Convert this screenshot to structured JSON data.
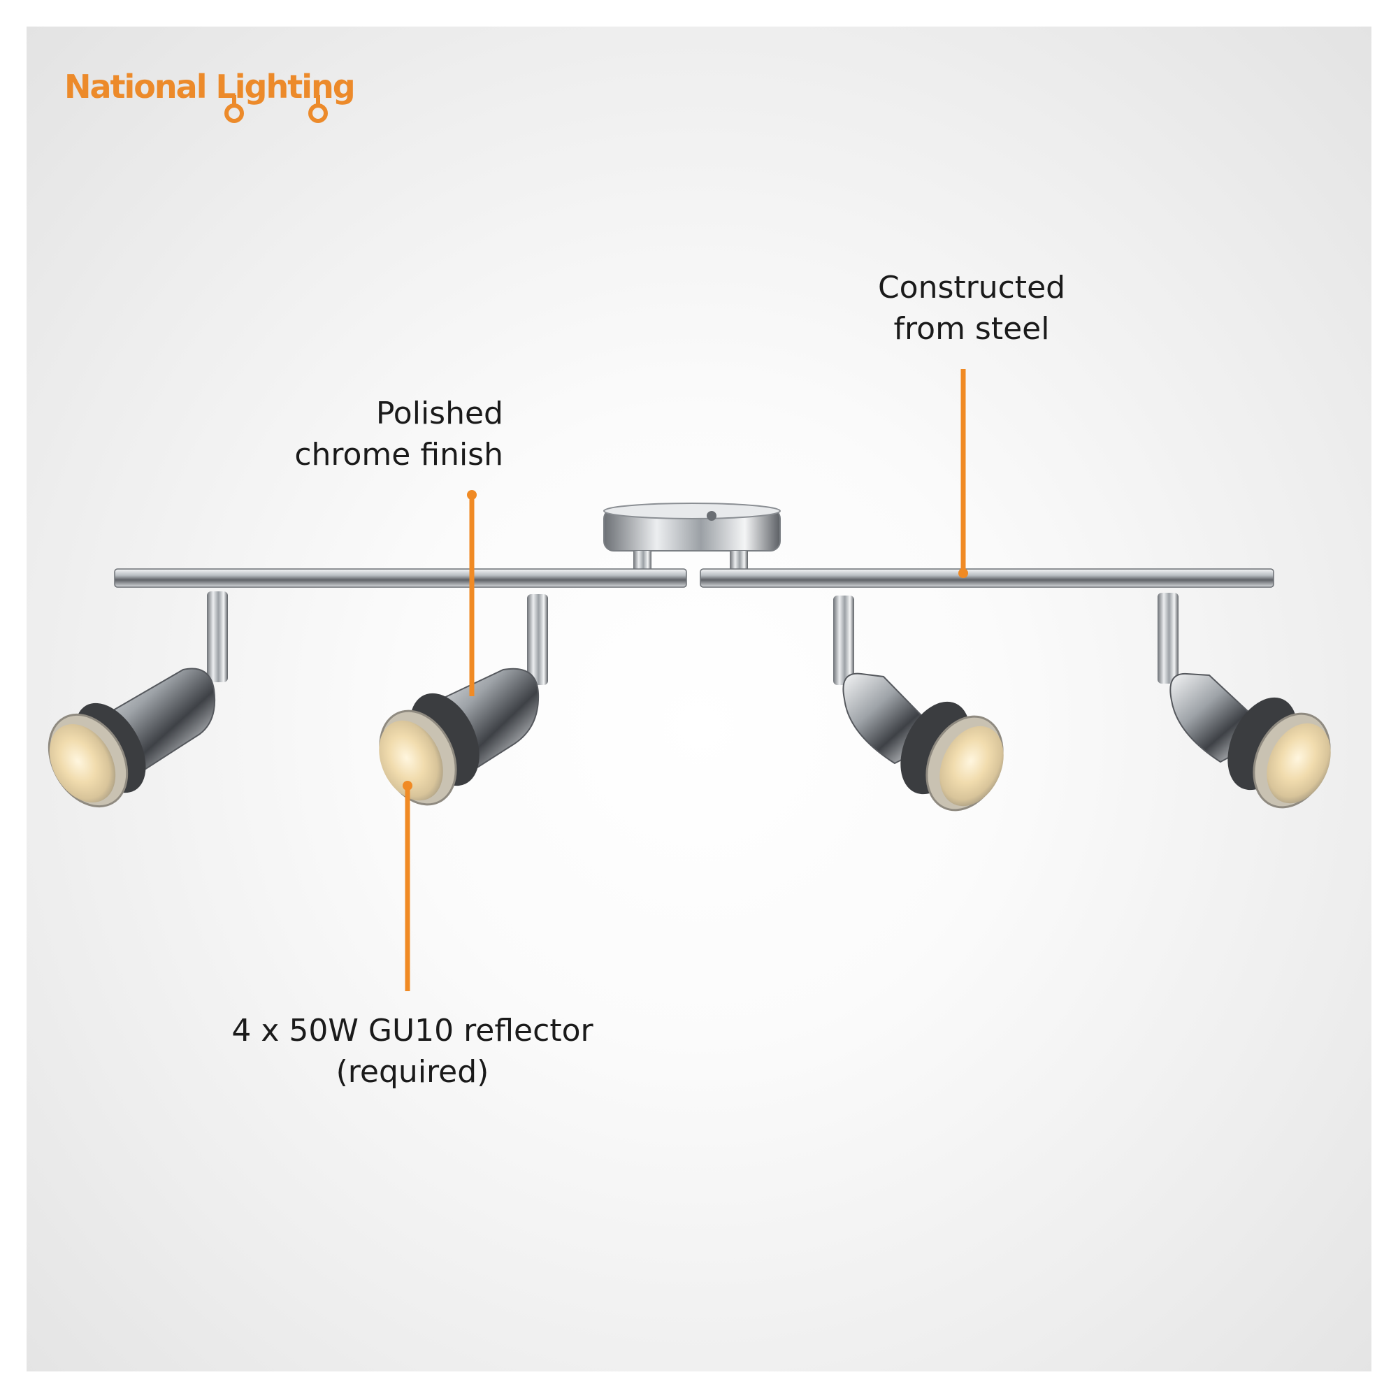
{
  "brand": {
    "name": "National Lighting",
    "color": "#ec8a2a",
    "logo_icon": "bulb-icon"
  },
  "callouts": {
    "steel": {
      "line1": "Constructed",
      "line2": "from steel"
    },
    "chrome": {
      "line1": "Polished",
      "line2": "chrome finish"
    },
    "bulb": {
      "line1": "4 x 50W GU10 reflector",
      "line2": "(required)"
    }
  },
  "accent_color": "#f08a24",
  "background": {
    "frame": "#eeeeee",
    "outer": "#ffffff"
  },
  "product": {
    "type": "4-light spotlight bar",
    "spotlight_count": 4,
    "finish_color": "#c9cdd1"
  }
}
